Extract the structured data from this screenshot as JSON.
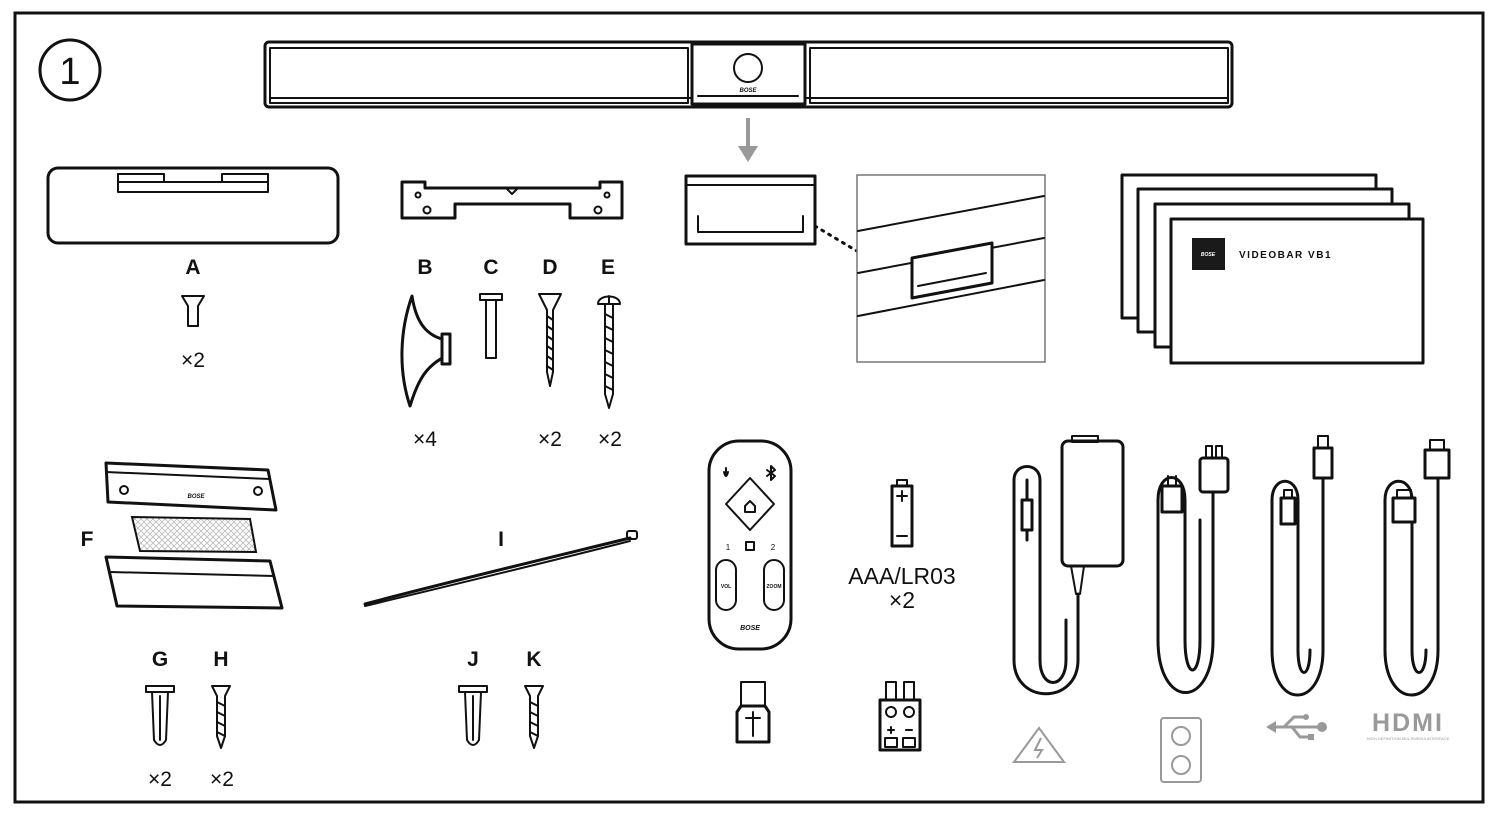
{
  "step": "1",
  "device": {
    "brand": "BOSE"
  },
  "manual": {
    "title": "VIDEOBAR VB1",
    "brand": "BOSE"
  },
  "parts": {
    "A": {
      "label": "A",
      "qty": "×2"
    },
    "B": {
      "label": "B",
      "qty": "×4"
    },
    "C": {
      "label": "C"
    },
    "D": {
      "label": "D",
      "qty": "×2"
    },
    "E": {
      "label": "E",
      "qty": "×2"
    },
    "F": {
      "label": "F"
    },
    "G": {
      "label": "G",
      "qty": "×2"
    },
    "H": {
      "label": "H",
      "qty": "×2"
    },
    "I": {
      "label": "I"
    },
    "J": {
      "label": "J"
    },
    "K": {
      "label": "K"
    }
  },
  "wall_plate_brand": "BOSE",
  "remote": {
    "brand": "BOSE",
    "btn1": "1",
    "btn2": "2",
    "vol": "VOL",
    "zoom": "ZOOM"
  },
  "battery": {
    "type": "AAA/LR03",
    "qty": "×2"
  },
  "hdmi": {
    "logo": "HDMI",
    "tagline": "HIGH-DEFINITION MULTIMEDIA INTERFACE"
  }
}
